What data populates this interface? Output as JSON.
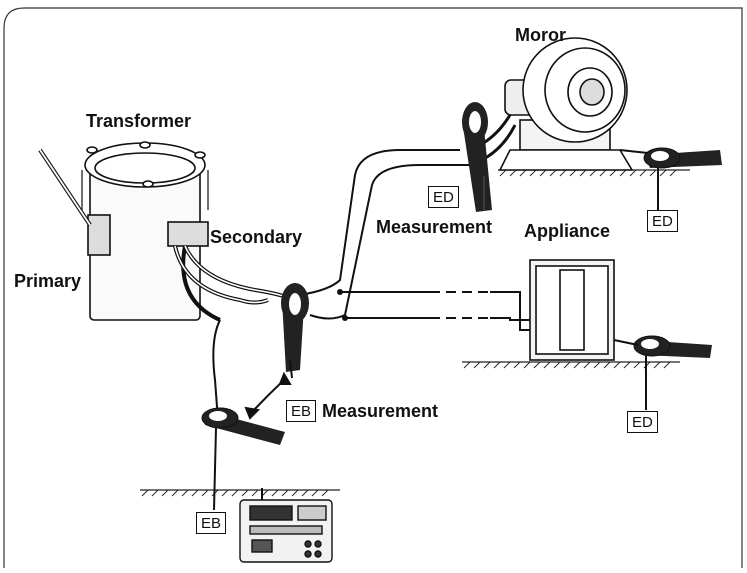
{
  "labels": {
    "motor": "Moror",
    "transformer": "Transformer",
    "secondary": "Secondary",
    "primary": "Primary",
    "appliance": "Appliance",
    "measurement_top": "Measurement",
    "measurement_bottom": "Measurement"
  },
  "tags": {
    "ed_motor_clamp": "ED",
    "ed_motor_ground": "ED",
    "ed_appliance_ground": "ED",
    "eb_clamp": "EB",
    "eb_ground": "EB"
  }
}
